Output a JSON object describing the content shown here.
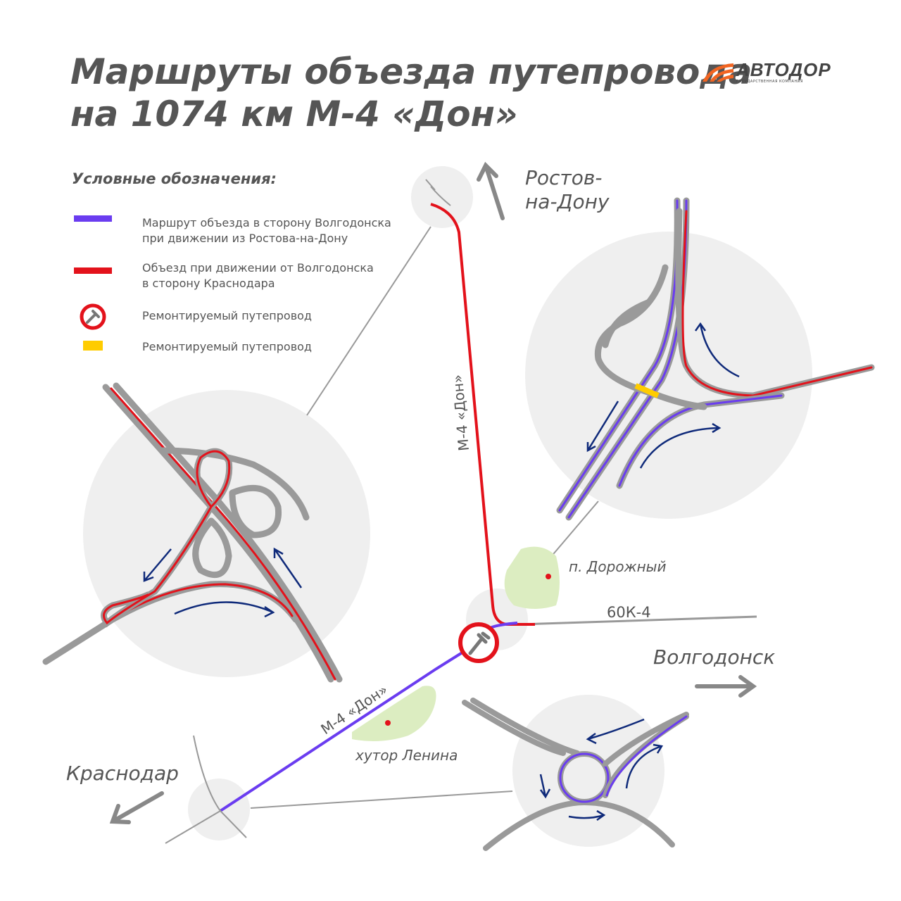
{
  "title": {
    "line1": "Маршруты объезда путепровода",
    "line2": "на 1074 км М-4 «Дон»"
  },
  "logo": {
    "name": "АВТОДОР",
    "subtitle": "ГОСУДАРСТВЕННАЯ КОМПАНИЯ",
    "color": "#f26522"
  },
  "legend": {
    "title": "Условные обозначения:",
    "items": [
      {
        "line1": "Маршрут объезда в сторону Волгодонска",
        "line2": "при движении из Ростова-на-Дону",
        "color": "#6a3cf0",
        "icon": "purple-line"
      },
      {
        "line1": "Объезд при движении от Волгодонска",
        "line2": "в сторону Краснодара",
        "color": "#e3121b",
        "icon": "red-line"
      },
      {
        "line1": "Ремонтируемый путепровод",
        "icon": "repair-wrench-circle"
      },
      {
        "line1": "Ремонтируемый путепровод",
        "color": "#ffcc00",
        "icon": "yellow-bar"
      }
    ]
  },
  "map": {
    "destinations": {
      "rostov_line1": "Ростов-",
      "rostov_line2": "на-Дону",
      "volgodonsk": "Волгодонск",
      "krasnodar": "Краснодар"
    },
    "roads": {
      "m4_north": "М-4 «Дон»",
      "m4_south": "М-4 «Дон»",
      "regional": "60К-4"
    },
    "settlements": {
      "dorozhny": "п. Дорожный",
      "lenina": "хутор Ленина"
    },
    "colors": {
      "purple": "#6a3cf0",
      "red": "#e3121b",
      "road": "#9a9a9a",
      "arrow": "#0f2a7a",
      "settlement": "#dcedc1",
      "inset": "#efefef"
    }
  }
}
